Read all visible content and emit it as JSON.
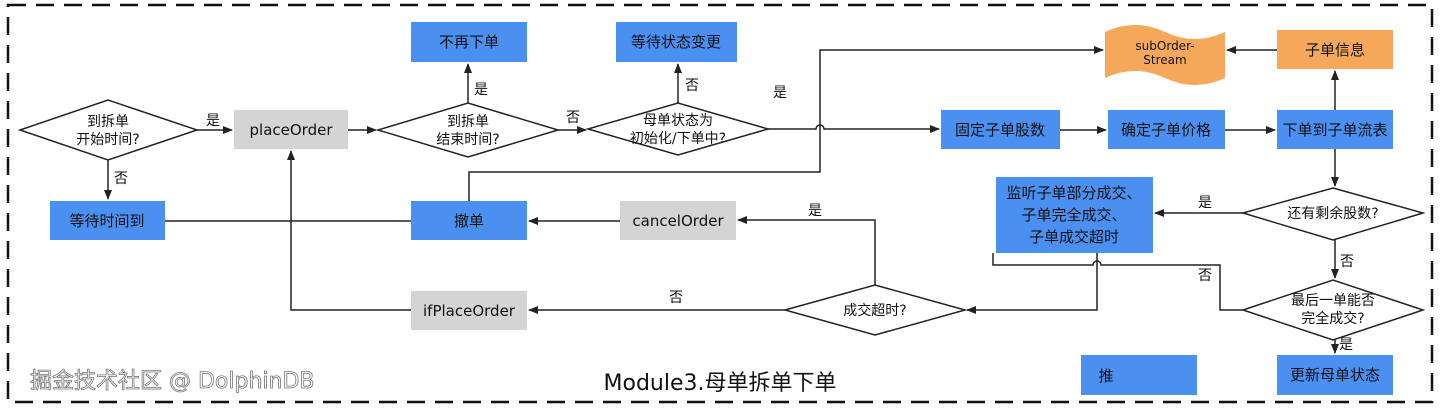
{
  "title": "Module3.母单拆单下单",
  "watermark": "掘金技术社区 @ DolphinDB",
  "colors": {
    "process": "#4a90f0",
    "gray": "#d4d4d4",
    "orange": "#f5a85a",
    "line": "#222222"
  },
  "nodes": {
    "no_more_order": "不再下单",
    "wait_state_change": "等待状态变更",
    "suborder_stream_1": "subOrder-",
    "suborder_stream_2": "Stream",
    "suborder_info": "子单信息",
    "start_time_q1": "到拆单",
    "start_time_q2": "开始时间?",
    "place_order": "placeOrder",
    "end_time_q1": "到拆单",
    "end_time_q2": "结束时间?",
    "state_q1": "母单状态为",
    "state_q2": "初始化/下单中?",
    "fix_qty": "固定子单股数",
    "fix_price": "确定子单价格",
    "write_stream": "下单到子单流表",
    "remaining_q": "还有剩余股数?",
    "listen_1": "监听子单部分成交、",
    "listen_2": "子单完全成交、",
    "listen_3": "子单成交超时",
    "cancel": "撤单",
    "cancel_order": "cancelOrder",
    "wait_time": "等待时间到",
    "timeout_q": "成交超时?",
    "if_place_order": "ifPlaceOrder",
    "last_q1": "最后一单能否",
    "last_q2": "完全成交?",
    "push": "推",
    "update_state": "更新母单状态"
  },
  "edge_labels": {
    "yes": "是",
    "no": "否"
  }
}
